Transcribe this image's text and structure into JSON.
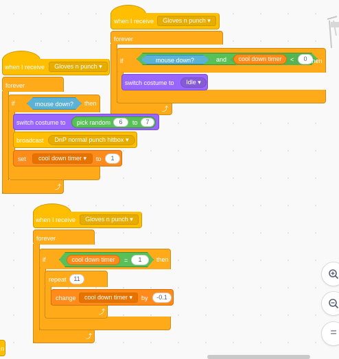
{
  "scripts": {
    "top": {
      "hat": {
        "label": "when I receive",
        "message": "Gloves n punch"
      },
      "forever": "forever",
      "if": "if",
      "cond_left": "mouse down?",
      "and": "and",
      "var_reporter": "cool down timer",
      "lt": "<",
      "lt_value": "0",
      "then": "then",
      "switch": {
        "label": "switch costume to",
        "costume": "Idle"
      }
    },
    "left": {
      "hat": {
        "label": "when I receive",
        "message": "Gloves n punch"
      },
      "forever": "forever",
      "if": "if",
      "cond": "mouse down?",
      "then": "then",
      "switch": {
        "label": "switch costume to",
        "pick": "pick random",
        "from": "6",
        "to_word": "to",
        "to": "7"
      },
      "broadcast": {
        "label": "broadcast",
        "message": "DnP normal punch hitbox"
      },
      "set": {
        "label": "set",
        "variable": "cool down timer",
        "to_word": "to",
        "value": "1"
      }
    },
    "bottom": {
      "hat": {
        "label": "when I receive",
        "message": "Gloves n punch"
      },
      "forever": "forever",
      "if": "if",
      "var_reporter": "cool down timer",
      "eq": "=",
      "eq_value": "1",
      "then": "then",
      "repeat": {
        "label": "repeat",
        "count": "11"
      },
      "change": {
        "label": "change",
        "variable": "cool down timer",
        "by_word": "by",
        "value": "-0.1"
      }
    },
    "edge_fragment": "n"
  },
  "zoom_controls": {
    "zoom_in": "+",
    "zoom_out": "−",
    "reset": "="
  },
  "colors": {
    "events": "#ffbf00",
    "control": "#ffab19",
    "looks": "#9966ff",
    "operators": "#59c059",
    "sensing": "#5cb1d6",
    "variables": "#ff8c1a"
  }
}
